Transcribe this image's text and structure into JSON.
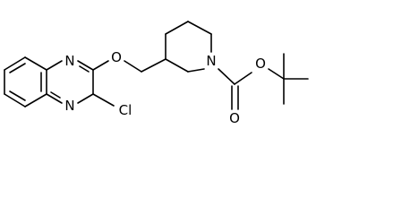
{
  "molecule": {
    "atoms": {
      "n_quin_top": "N",
      "n_quin_bottom": "N",
      "o_ether": "O",
      "n_piperidine": "N",
      "o_carbonyl": "O",
      "o_ester": "O",
      "chlorine": "Cl"
    },
    "colors": {
      "bond": "#000000",
      "label": "#000000",
      "background": "#ffffff"
    }
  }
}
